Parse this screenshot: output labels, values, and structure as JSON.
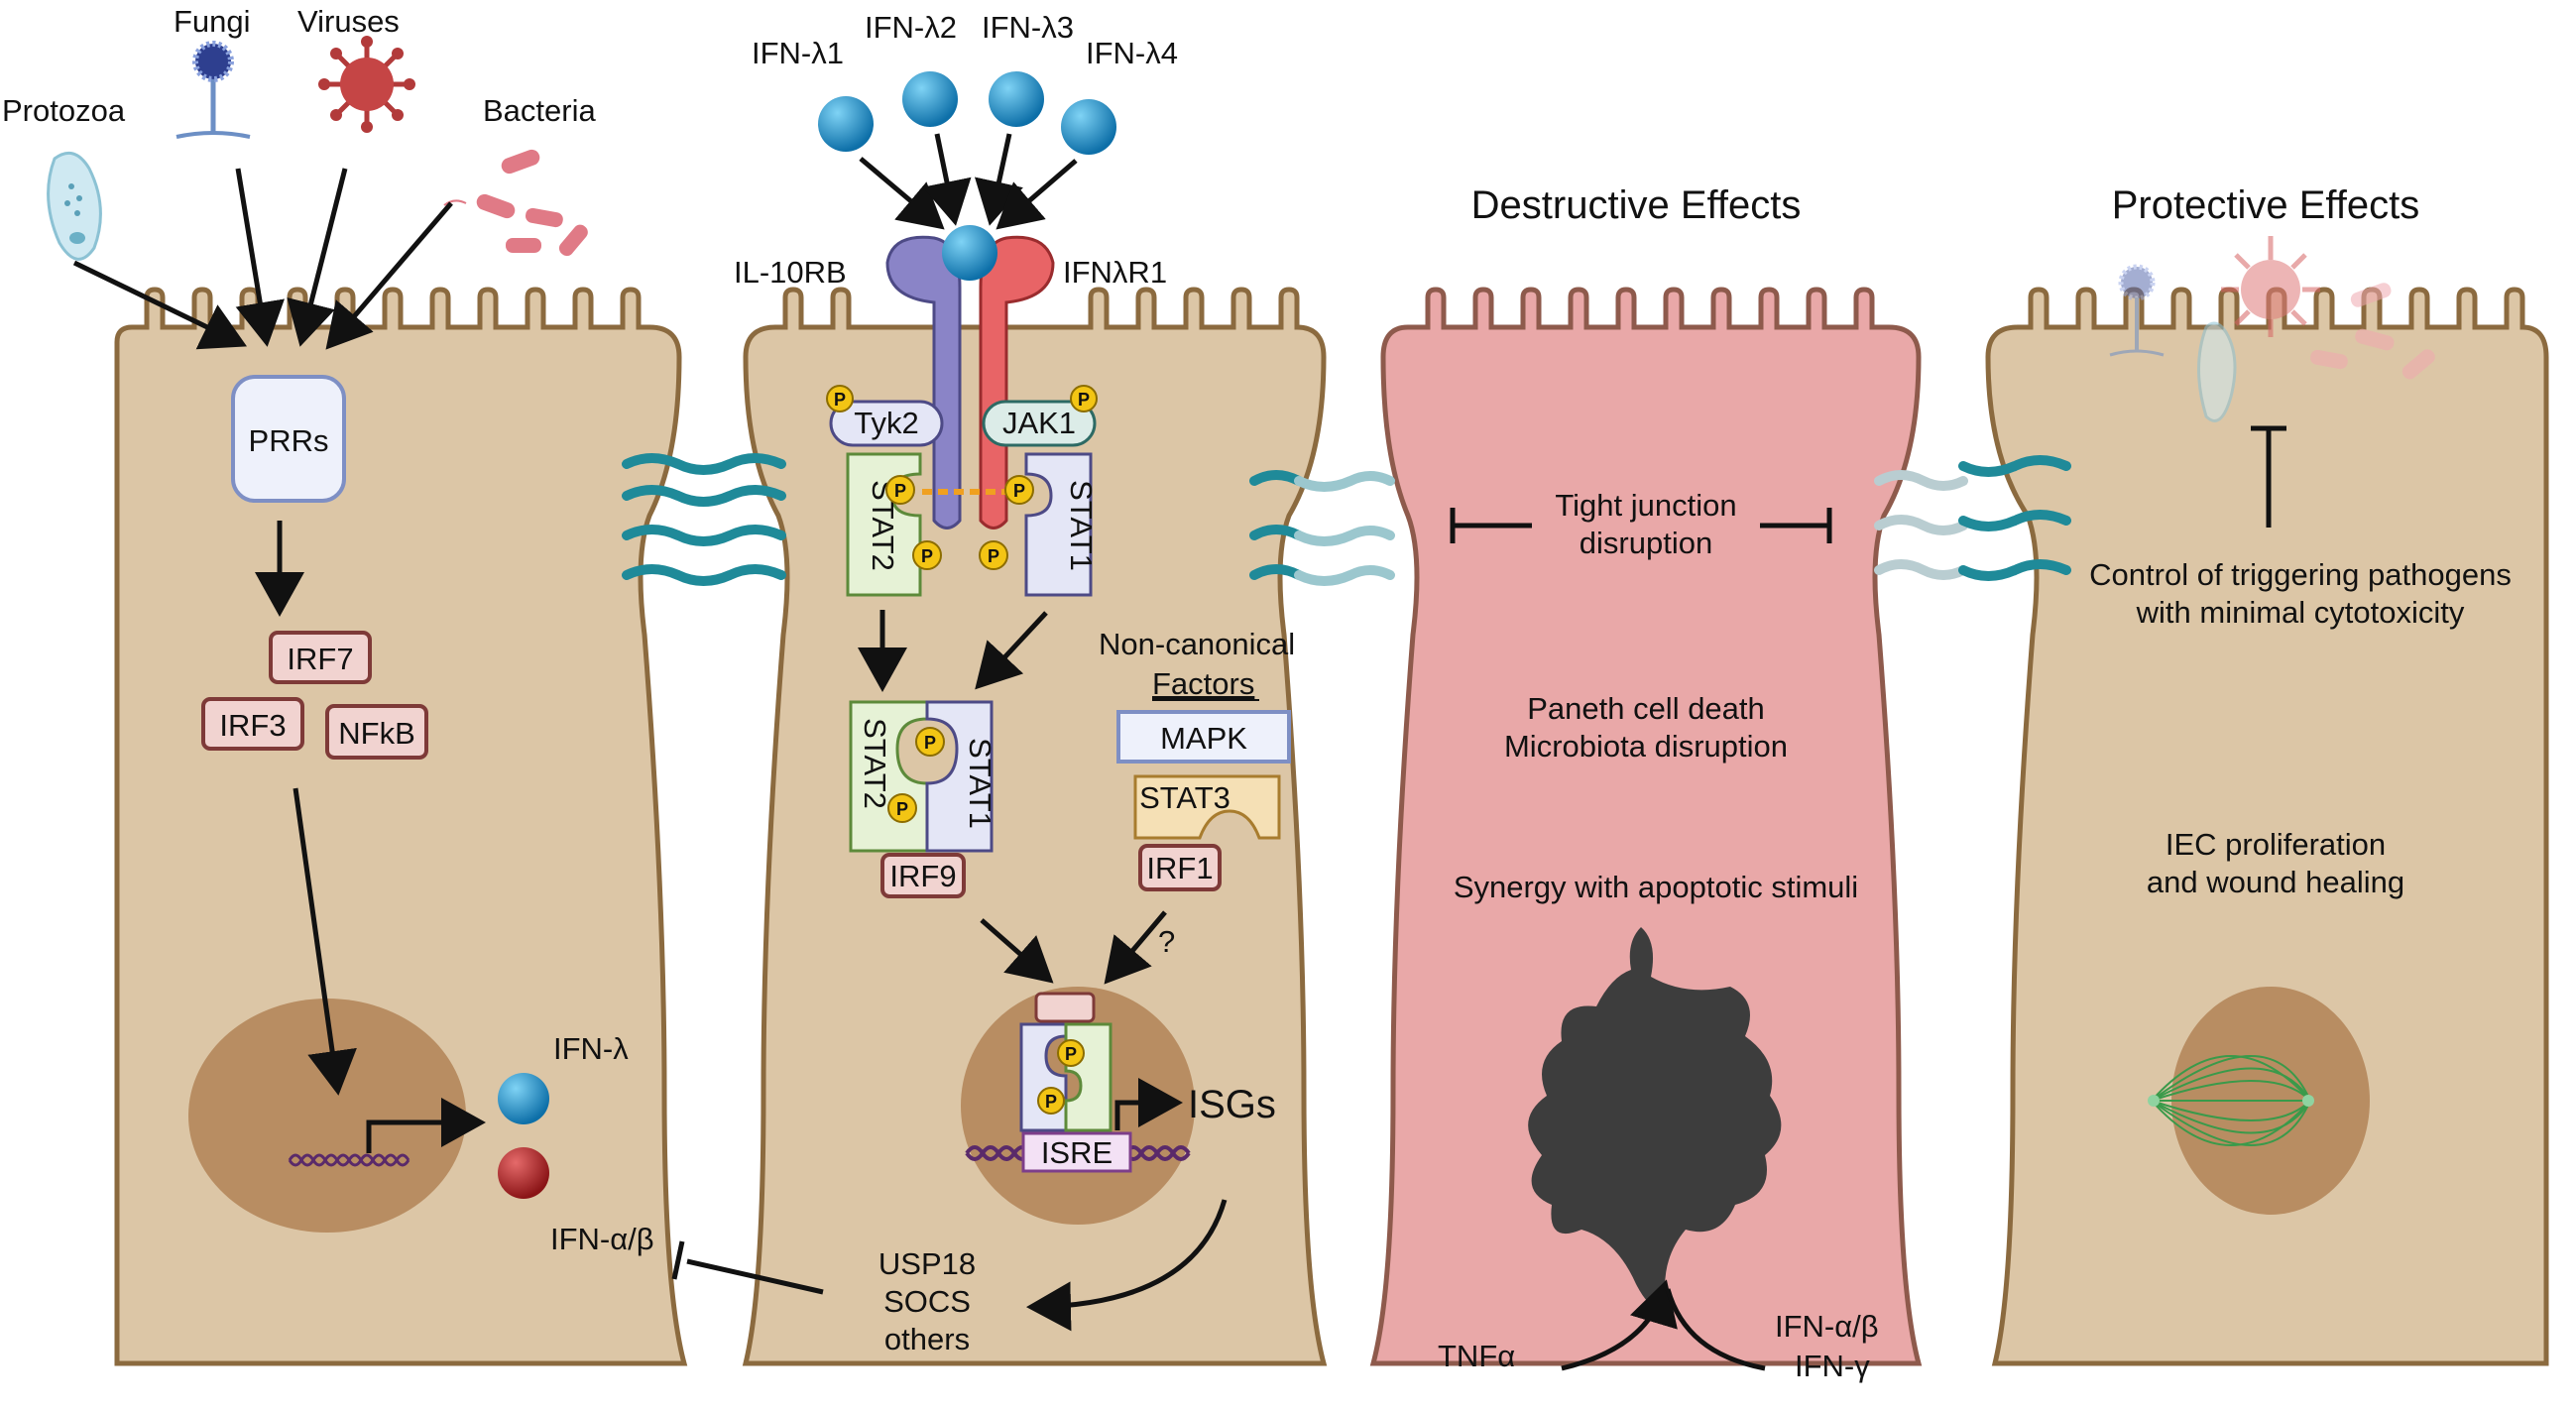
{
  "pathogens": {
    "protozoa": "Protozoa",
    "fungi": "Fungi",
    "viruses": "Viruses",
    "bacteria": "Bacteria"
  },
  "cell1": {
    "prrs": "PRRs",
    "irf7": "IRF7",
    "irf3": "IRF3",
    "nfkb": "NFkB",
    "ifn_lambda": "IFN-λ",
    "ifn_ab": "IFN-α/β"
  },
  "cell2": {
    "ligands": [
      "IFN-λ1",
      "IFN-λ2",
      "IFN-λ3",
      "IFN-λ4"
    ],
    "il10rb": "IL-10RB",
    "ifnlr1": "IFNλR1",
    "tyk2": "Tyk2",
    "jak1": "JAK1",
    "stat2": "STAT2",
    "stat1": "STAT1",
    "p": "P",
    "noncanon_line1": "Non-canonical",
    "noncanon_line2": "Factors",
    "mapk": "MAPK",
    "stat3": "STAT3",
    "irf1": "IRF1",
    "irf9": "IRF9",
    "question": "?",
    "isre": "ISRE",
    "isgs": "ISGs",
    "neg_line1": "USP18",
    "neg_line2": "SOCS",
    "neg_line3": "others"
  },
  "destructive": {
    "title": "Destructive Effects",
    "tj_line1": "Tight junction",
    "tj_line2": "disruption",
    "effect_line1": "Paneth cell death",
    "effect_line2": "Microbiota disruption",
    "synergy": "Synergy with apoptotic stimuli",
    "tnfa": "TNFα",
    "ifn_ab": "IFN-α/β",
    "ifn_g": "IFN-γ"
  },
  "protective": {
    "title": "Protective Effects",
    "control_line1": "Control of  triggering pathogens",
    "control_line2": "with minimal cytotoxicity",
    "iec_line1": "IEC proliferation",
    "iec_line2": "and wound healing"
  },
  "colors": {
    "cell_fill": "#dcc6a6",
    "cell_stroke": "#8b6a3f",
    "destructive_fill": "#e9a8a8",
    "destructive_stroke": "#8e5a4c",
    "nucleus": "#b88d62",
    "ifn_lambda_blue": "#1a93cc",
    "ifn_ab_red": "#b8262b",
    "junction_teal": "#1f8a99",
    "stat2_green": "#e6f2d6",
    "stat1_purple": "#e4e6f6",
    "phospho_yellow": "#f3c514",
    "irf_pink": "#f1d3d0",
    "irf_border": "#7e3a38",
    "dying_cell": "#3d3d3d"
  }
}
